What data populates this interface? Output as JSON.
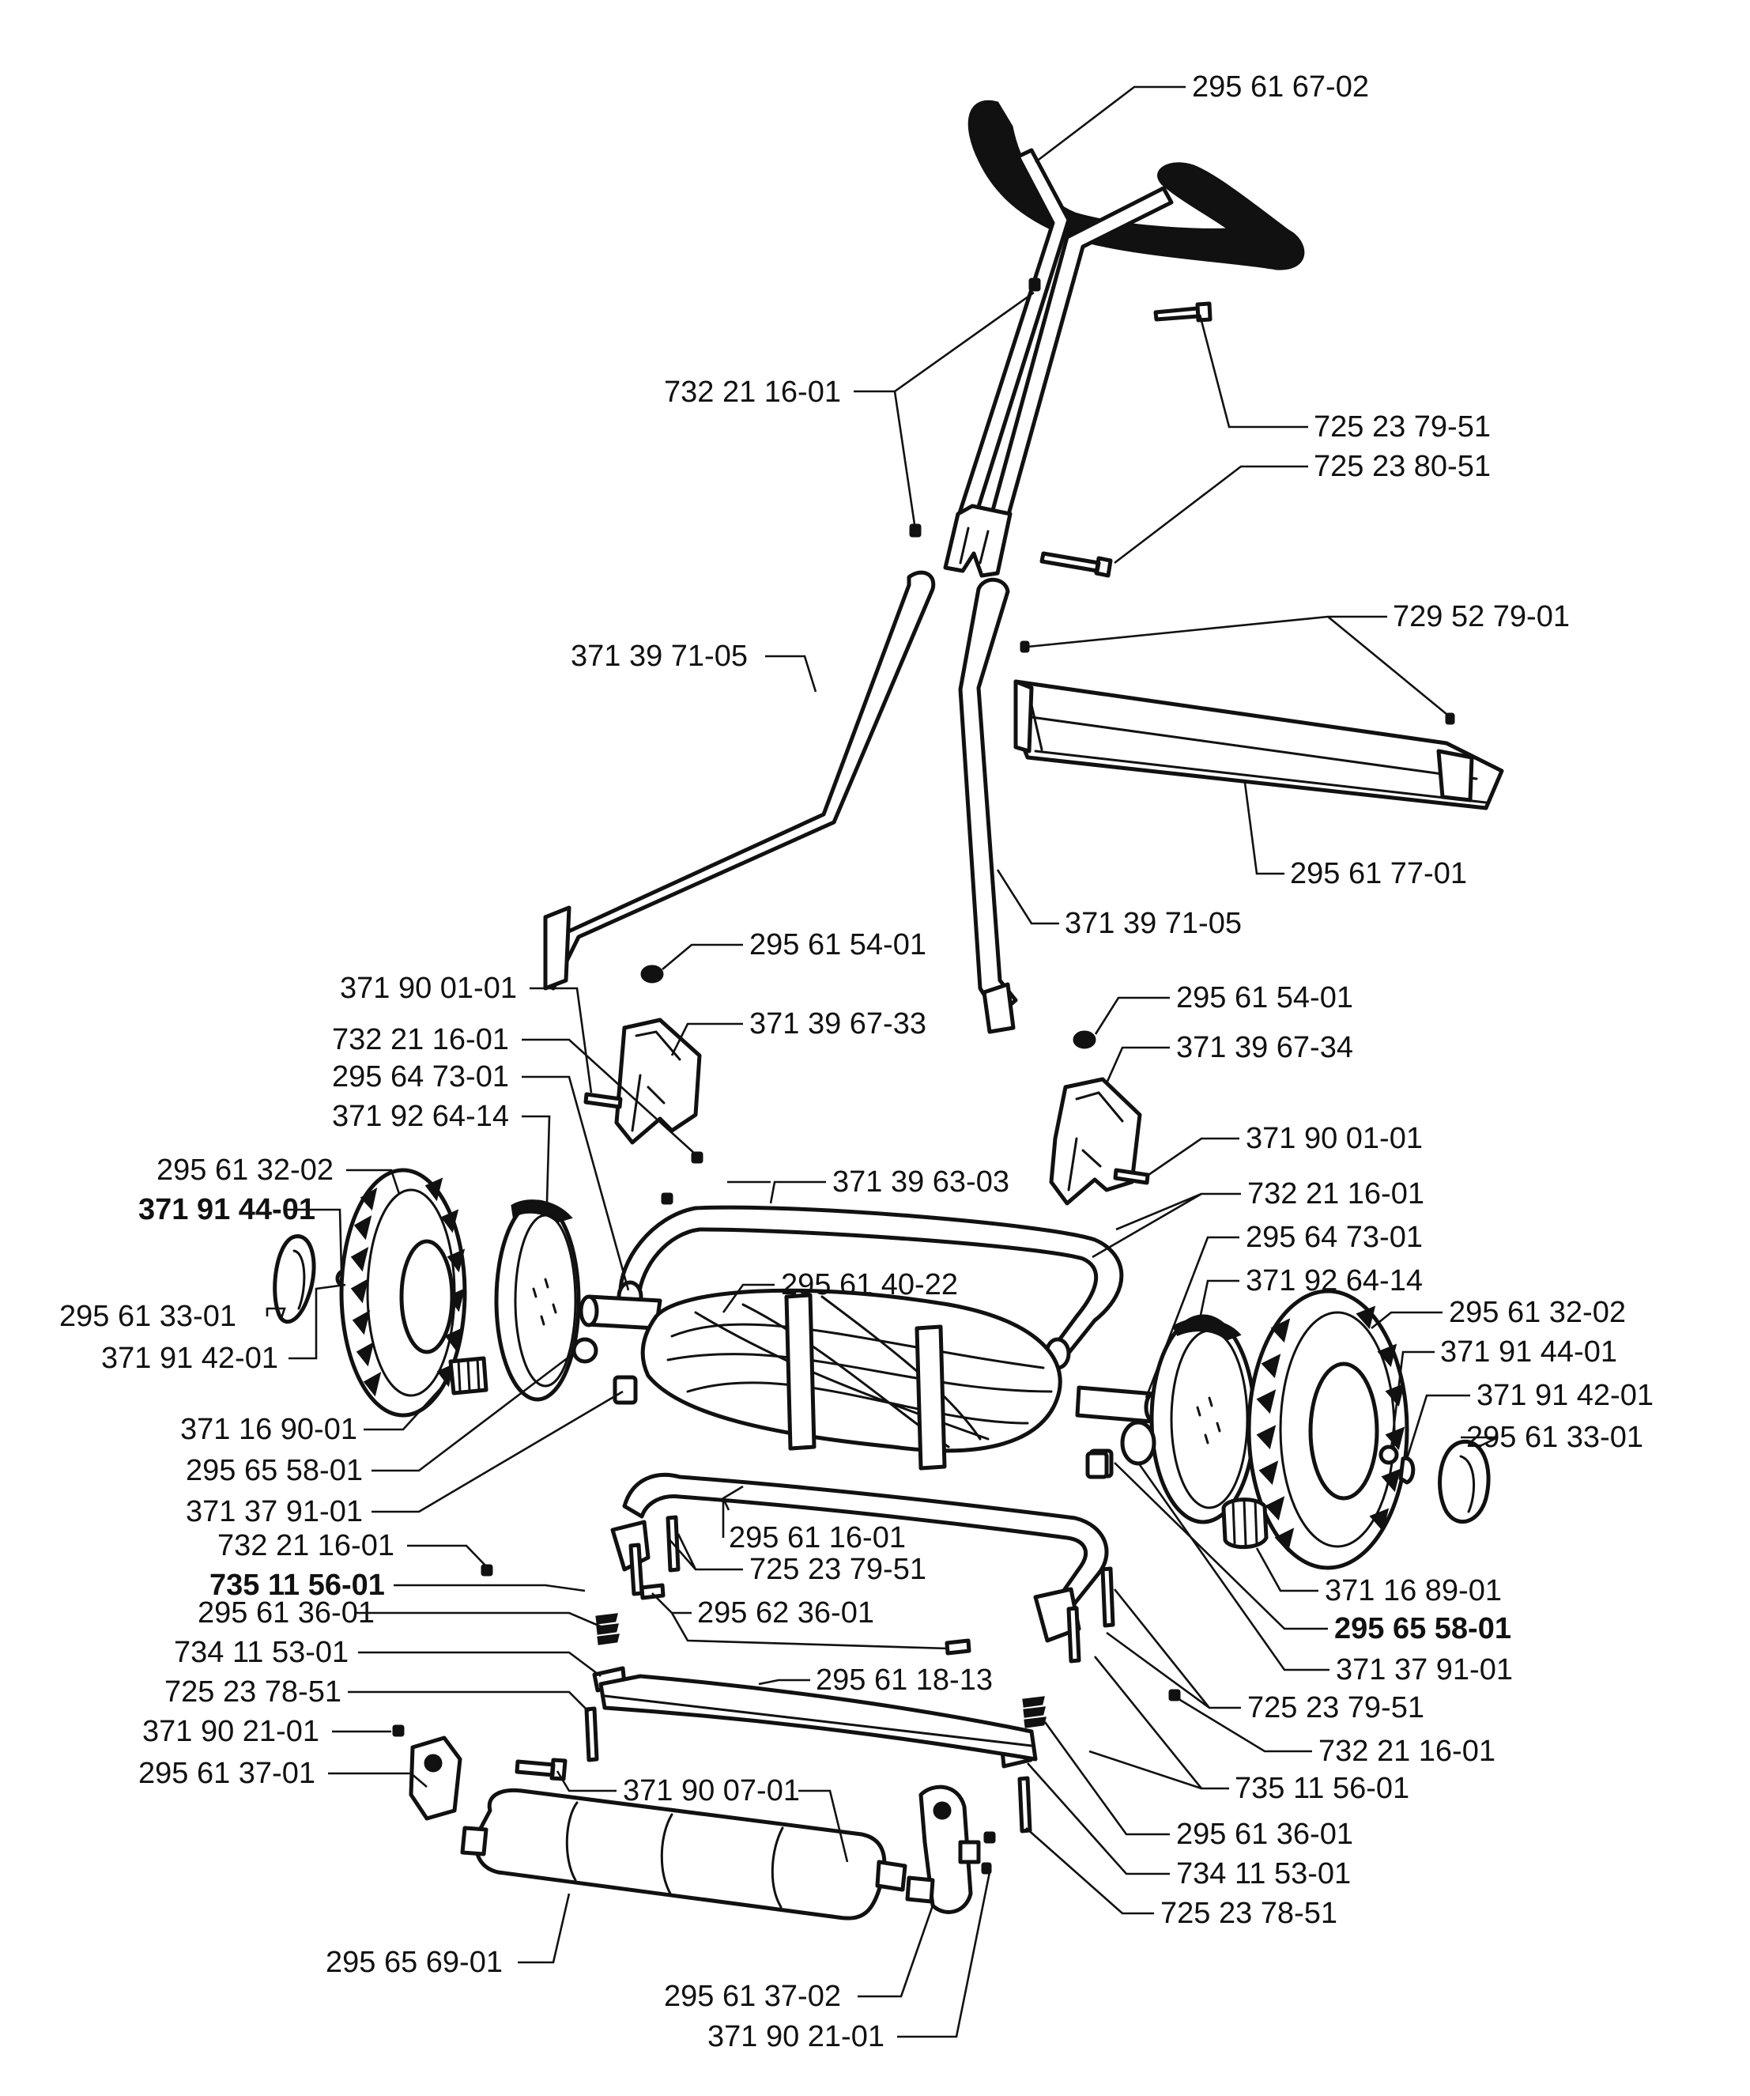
{
  "labels": [
    "295 61 67-02",
    "732 21 16-01",
    "725 23 79-51",
    "725 23 80-51",
    "729 52 79-01",
    "371 39 71-05",
    "295 61 77-01",
    "371 39 71-05",
    "295 61 54-01",
    "371 90 01-01",
    "371 39 67-33",
    "295 61 54-01",
    "732 21 16-01",
    "371 39 67-34",
    "295 64 73-01",
    "371 92 64-14",
    "371 90 01-01",
    "295 61 32-02",
    "371 39 63-03",
    "732 21 16-01",
    "371 91 44-01",
    "295 64 73-01",
    "295 61 40-22",
    "371 92 64-14",
    "295 61 33-01",
    "295 61 32-02",
    "371 91 42-01",
    "371 91 44-01",
    "371 16 90-01",
    "371 91 42-01",
    "295 61 33-01",
    "295 65 58-01",
    "371 37 91-01",
    "295 61 16-01",
    "732 21 16-01",
    "725 23 79-51",
    "371 16 89-01",
    "735 11 56-01",
    "295 62 36-01",
    "295 65 58-01",
    "295 61 36-01",
    "371 37 91-01",
    "734 11 53-01",
    "295 61 18-13",
    "725 23 79-51",
    "725 23 78-51",
    "732 21 16-01",
    "371 90 21-01",
    "735 11 56-01",
    "295 61 37-01",
    "371 90 07-01",
    "295 61 36-01",
    "734 11 53-01",
    "725 23 78-51",
    "295 65 69-01",
    "295 61 37-02",
    "371 90 21-01"
  ]
}
